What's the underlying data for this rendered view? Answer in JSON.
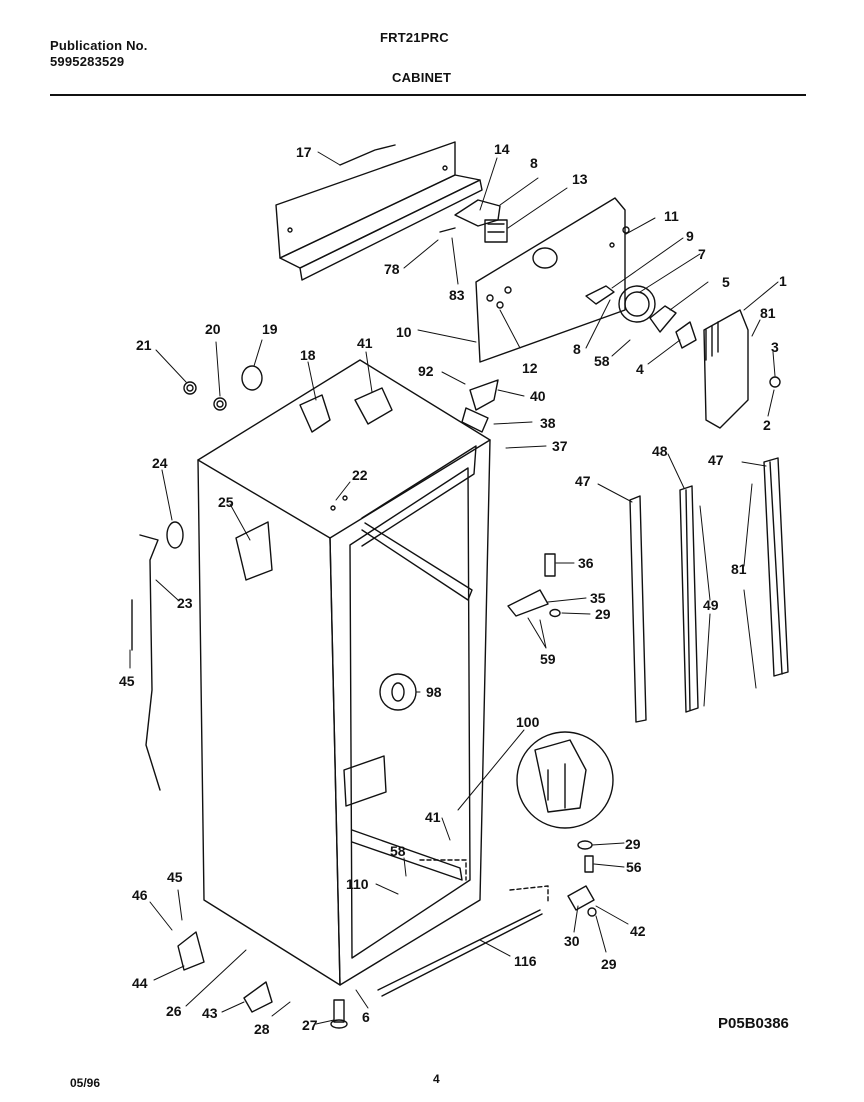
{
  "header": {
    "publication_label": "Publication No.",
    "publication_number": "5995283529",
    "model": "FRT21PRC",
    "section": "CABINET"
  },
  "diagram": {
    "code": "P05B0386",
    "callouts": [
      "17",
      "14",
      "8",
      "13",
      "11",
      "9",
      "7",
      "5",
      "1",
      "81",
      "3",
      "2",
      "4",
      "58",
      "8",
      "12",
      "10",
      "83",
      "78",
      "21",
      "20",
      "19",
      "18",
      "41",
      "92",
      "40",
      "38",
      "37",
      "24",
      "25",
      "22",
      "23",
      "45",
      "47",
      "48",
      "47",
      "36",
      "35",
      "29",
      "59",
      "49",
      "81",
      "98",
      "100",
      "41",
      "29",
      "56",
      "58",
      "110",
      "30",
      "42",
      "29",
      "116",
      "46",
      "45",
      "44",
      "26",
      "43",
      "28",
      "27",
      "6"
    ]
  },
  "footer": {
    "date": "05/96",
    "page": "4"
  }
}
